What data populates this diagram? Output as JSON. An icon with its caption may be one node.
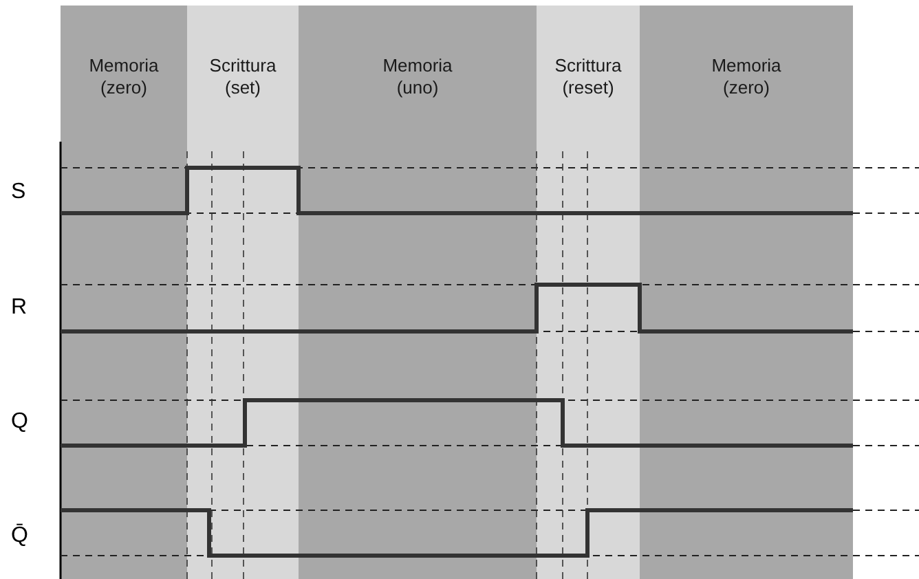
{
  "diagram": {
    "nodes": [
      {
        "text": [
          "Memoria (zero)"
        ]
      },
      {
        "text": [
          "Scrittura (set)"
        ]
      },
      {
        "text": [
          "Memoria (uno)"
        ]
      },
      {
        "text": [
          "Scrittura (reset)"
        ]
      },
      {
        "text": [
          "Memoria (zero)"
        ]
      }
    ],
    "labels": [
      "S",
      "R",
      "Q",
      "Q̄"
    ]
  }
}
